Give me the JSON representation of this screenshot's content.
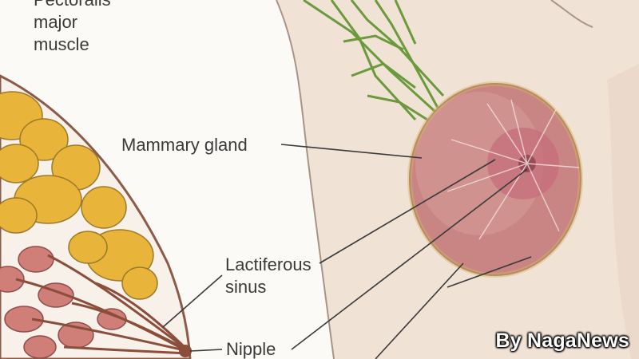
{
  "labels": {
    "pectoralis": [
      "Pectoralis",
      "major",
      "muscle"
    ],
    "mammary_gland": "Mammary gland",
    "lactiferous_sinus": [
      "Lactiferous",
      "sinus"
    ],
    "nipple": "Nipple"
  },
  "watermark": "By NagaNews",
  "colors": {
    "background": "#fbfaf7",
    "skin": "#f1e2d6",
    "fat_lobule": "#e8b43a",
    "gland_tissue": "#c98584",
    "areola": "#c56e7c",
    "lymph_vessels": "#6b9a3c",
    "leader_line": "#3a3a3a"
  }
}
